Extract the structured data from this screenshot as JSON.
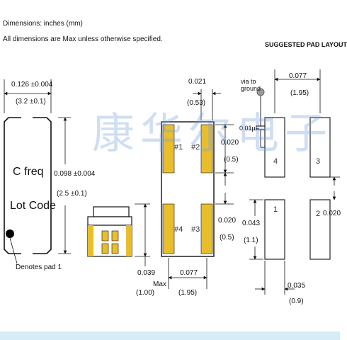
{
  "header": {
    "dimensions_line": "Dimensions: inches (mm)",
    "note_line": "All dimensions are Max unless otherwise specified."
  },
  "suggested_layout_title": "SUGGESTED PAD LAYOUT",
  "package": {
    "width_in": "0.126 ±0.004",
    "width_mm": "(3.2 ±0.1)",
    "height_in": "0.098 ±0.004",
    "height_mm": "(2.5 ±0.1)",
    "marking_line1": "C freq",
    "marking_line2": "Lot Code",
    "pad1_note": "Denotes pad 1"
  },
  "side_view": {
    "height_in": "0.039",
    "height_mm": "(1.00)",
    "max_label": "Max"
  },
  "bottom_view": {
    "pad_width_in": "0.021",
    "pad_width_mm": "(0.53)",
    "pad_height_in": "0.020",
    "pad_height_mm": "(0.5)",
    "pad_gap_in": "0.020",
    "pad_gap_mm": "(0.5)",
    "pitch_in": "0.077",
    "pitch_mm": "(1.95)",
    "pads": [
      "#1",
      "#2",
      "#4",
      "#3"
    ]
  },
  "pad_layout": {
    "via_label_1": "via to",
    "via_label_2": "ground",
    "cap_label": "0.01µF",
    "pitch_in": "0.077",
    "pitch_mm": "(1.95)",
    "pad_height_in": "0.043",
    "pad_height_mm": "(1.1)",
    "pad_width_in": "0.035",
    "pad_width_mm": "(0.9)",
    "gap_in": "0.020",
    "pads": [
      "4",
      "3",
      "1",
      "2"
    ]
  },
  "watermark": "康华尔电子",
  "colors": {
    "pad_gold": "#e9be2c",
    "watermark": "#78a0dc",
    "line": "#111111"
  }
}
